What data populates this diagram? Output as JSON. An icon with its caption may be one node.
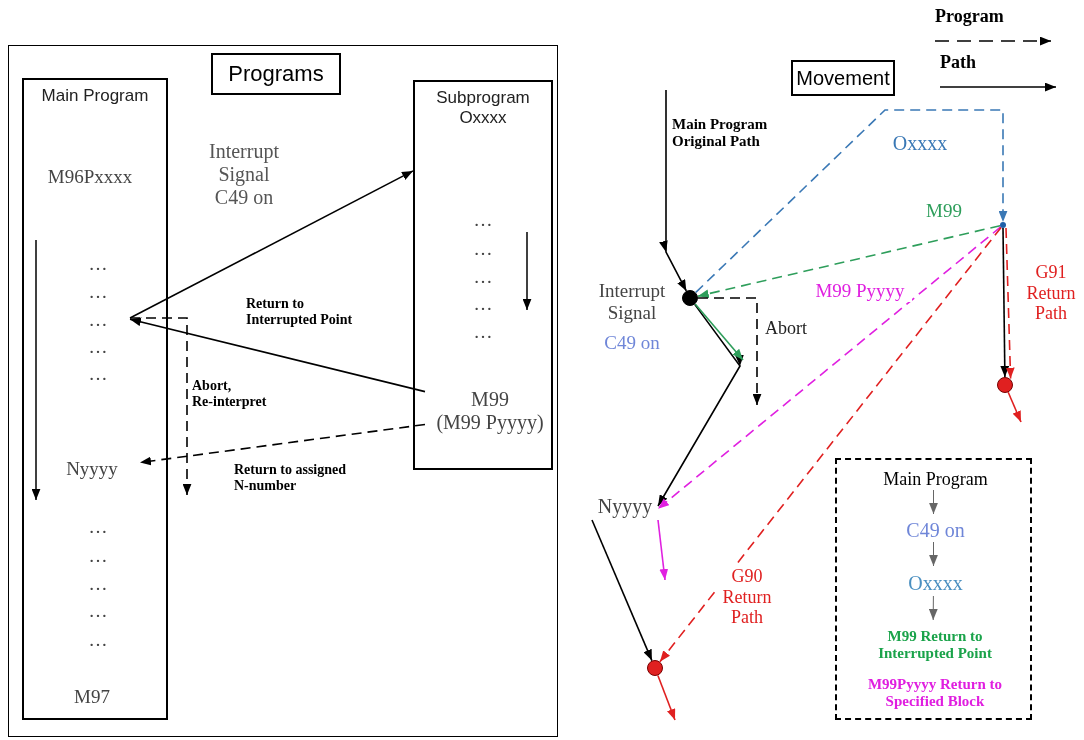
{
  "diagram": {
    "nodes": [
      {
        "text": [
          "Programs"
        ]
      },
      {
        "text": [
          "Main Program"
        ]
      },
      {
        "text": [
          "M96Pxxxx"
        ],
        "in": 1
      },
      {
        "text": [
          "…"
        ],
        "in": 1
      },
      {
        "text": [
          "…"
        ],
        "in": 1
      },
      {
        "text": [
          "…"
        ],
        "in": 1
      },
      {
        "text": [
          "…"
        ],
        "in": 1
      },
      {
        "text": [
          "…"
        ],
        "in": 1
      },
      {
        "text": [
          "Nyyyy"
        ],
        "in": 1
      },
      {
        "text": [
          "…"
        ],
        "in": 1
      },
      {
        "text": [
          "…"
        ],
        "in": 1
      },
      {
        "text": [
          "…"
        ],
        "in": 1
      },
      {
        "text": [
          "…"
        ],
        "in": 1
      },
      {
        "text": [
          "…"
        ],
        "in": 1
      },
      {
        "text": [
          "M97"
        ],
        "in": 1
      },
      {
        "text": [
          "Subprogram Oxxxx"
        ]
      },
      {
        "text": [
          "…"
        ],
        "in": 15
      },
      {
        "text": [
          "…"
        ],
        "in": 15
      },
      {
        "text": [
          "…"
        ],
        "in": 15
      },
      {
        "text": [
          "…"
        ],
        "in": 15
      },
      {
        "text": [
          "…"
        ],
        "in": 15
      },
      {
        "text": [
          "M99",
          "(M99 Pyyyy)"
        ],
        "in": 15
      },
      {
        "text": [
          "Movement"
        ]
      },
      {
        "text": [],
        "shape": "point"
      },
      {
        "text": [],
        "shape": "circle",
        "beside": [
          "Interrupt Signal",
          "C49 on"
        ]
      },
      {
        "text": [],
        "shape": "circle"
      },
      {
        "text": [
          "Nyyyy"
        ]
      },
      {
        "text": [],
        "shape": "circle"
      },
      {
        "text": [],
        "shape": "box"
      },
      {
        "text": [
          "Main Program"
        ],
        "in": 28
      },
      {
        "text": [
          "C49 on"
        ],
        "in": 28
      },
      {
        "text": [
          "Oxxxx"
        ],
        "in": 28
      },
      {
        "text": [
          "M99 Return to Interrupted Point"
        ],
        "in": 28
      },
      {
        "text": [
          "M99Pyyyy Return to Specified Block"
        ],
        "in": 28
      }
    ],
    "edges": [
      {
        "from": 5,
        "to": 15,
        "arrow": "to",
        "label": "Interrupt Signal C49 on"
      },
      {
        "from": 21,
        "to": 5,
        "arrow": "to",
        "label": "Return to Interrupted Point"
      },
      {
        "from": 21,
        "to": 8,
        "arrow": "to",
        "style": "dashed",
        "label": "Return to assigned N-number"
      },
      {
        "from": 5,
        "to": null,
        "arrow": "to",
        "style": "dashed",
        "label": "Abort, Re-interpret"
      },
      {
        "from": null,
        "to": 24,
        "arrow": "to",
        "label": "Main Program Original Path"
      },
      {
        "from": 24,
        "to": 26,
        "arrow": "to"
      },
      {
        "from": 24,
        "to": null,
        "arrow": "to",
        "color": "#2e9e5b"
      },
      {
        "from": 24,
        "to": 23,
        "arrow": "to",
        "style": "dashed",
        "color": "#3a78b5",
        "label": "Oxxxx"
      },
      {
        "from": 23,
        "to": 24,
        "arrow": "to",
        "style": "dashed",
        "color": "#2e9e5b",
        "label": "M99"
      },
      {
        "from": 24,
        "to": null,
        "arrow": "to",
        "style": "dashed",
        "label": "Abort"
      },
      {
        "from": 23,
        "to": 26,
        "arrow": "to",
        "style": "dashed",
        "color": "#e020e0",
        "label": "M99 Pyyyy"
      },
      {
        "from": 23,
        "to": 27,
        "arrow": "to",
        "style": "dashed",
        "color": "#e02020",
        "label": "G90 Return Path"
      },
      {
        "from": 23,
        "to": 25,
        "arrow": "to"
      },
      {
        "from": 23,
        "to": 25,
        "arrow": "to",
        "style": "dashed",
        "color": "#e02020",
        "label": "G91 Return Path"
      },
      {
        "from": 26,
        "to": 27,
        "arrow": "to"
      },
      {
        "from": 26,
        "to": null,
        "arrow": "to",
        "color": "#e020e0"
      },
      {
        "from": 25,
        "to": null,
        "arrow": "to",
        "color": "#e02020"
      },
      {
        "from": 27,
        "to": null,
        "arrow": "to",
        "color": "#e02020"
      },
      {
        "from": 29,
        "to": 30,
        "arrow": "to",
        "color": "#666666"
      },
      {
        "from": 30,
        "to": 31,
        "arrow": "to",
        "color": "#666666"
      },
      {
        "from": 31,
        "to": 32,
        "arrow": "to",
        "color": "#666666"
      }
    ],
    "legend": [
      {
        "text": "Program"
      },
      {
        "text": "Path"
      }
    ]
  }
}
